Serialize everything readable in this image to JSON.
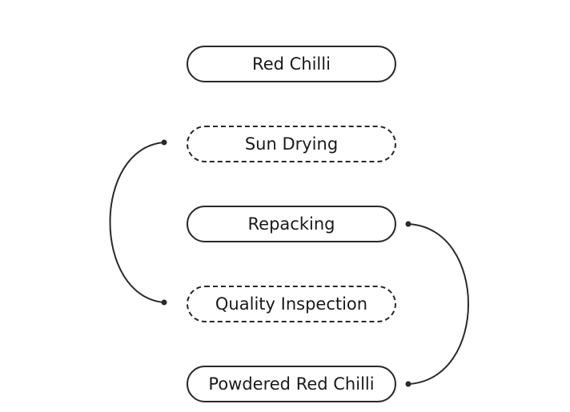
{
  "nodes": [
    {
      "label": "Red Chilli",
      "style": "solid"
    },
    {
      "label": "Sun Drying",
      "style": "dashed"
    },
    {
      "label": "Repacking",
      "style": "solid"
    },
    {
      "label": "Quality Inspection",
      "style": "dashed"
    },
    {
      "label": "Powdered Red Chilli",
      "style": "solid"
    }
  ],
  "connectors": [
    {
      "from": "Sun Drying",
      "to": "Quality Inspection",
      "side": "left"
    },
    {
      "from": "Repacking",
      "to": "Powdered Red Chilli",
      "side": "right"
    }
  ],
  "colors": {
    "stroke": "#2a2a2a",
    "text": "#1a1a1a",
    "background": "#ffffff"
  }
}
